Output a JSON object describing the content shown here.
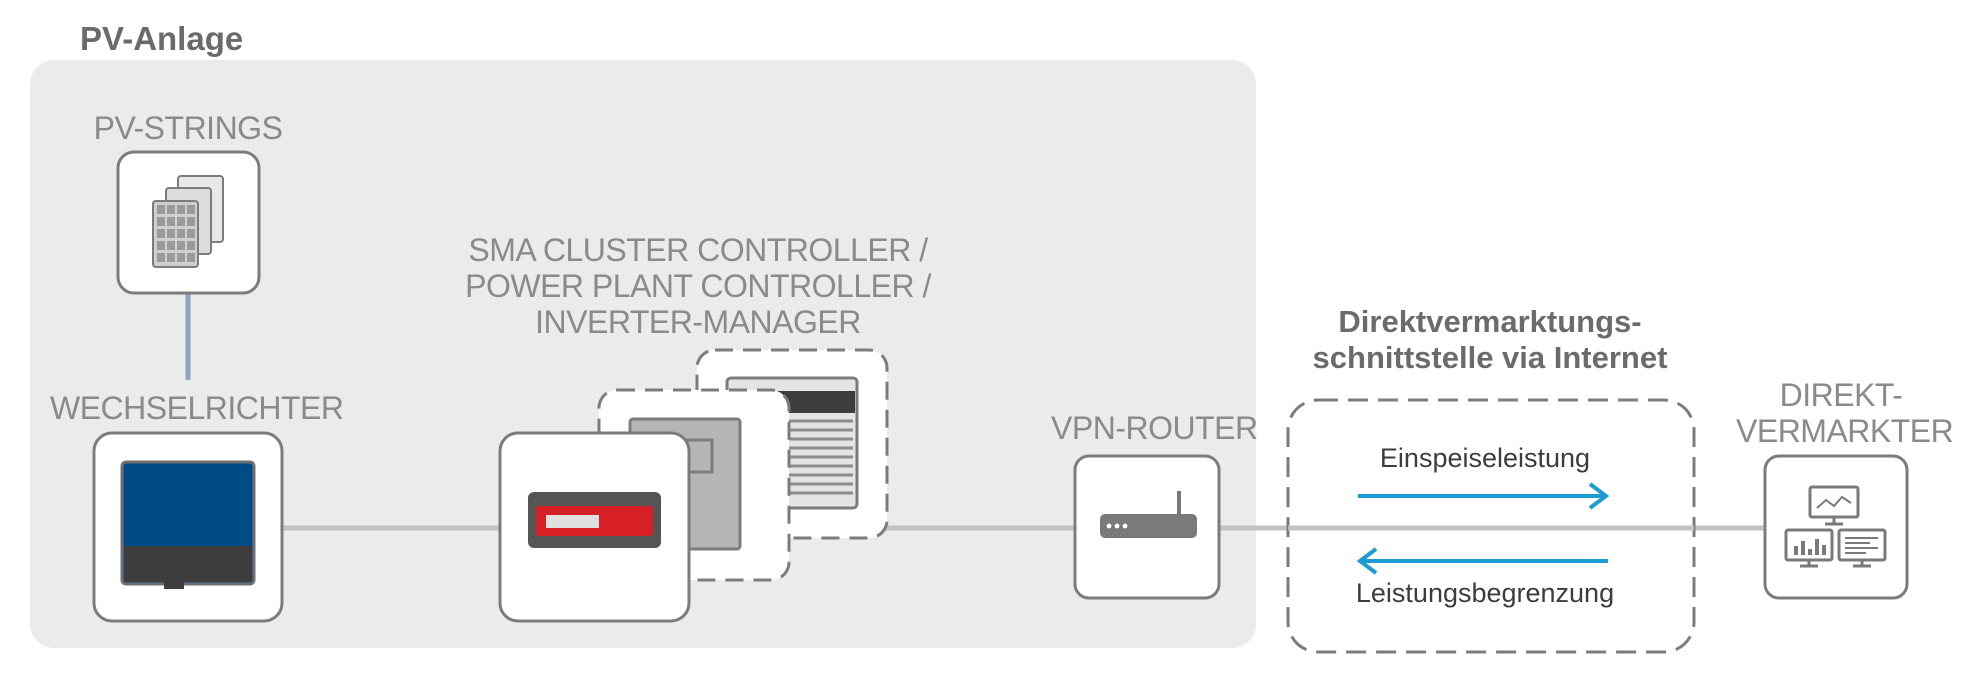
{
  "plant_label": "PV-Anlage",
  "components": {
    "pv_strings": "PV-STRINGS",
    "inverter": "WECHSELRICHTER",
    "controller_lines": [
      "SMA CLUSTER CONTROLLER /",
      "POWER PLANT CONTROLLER /",
      "INVERTER-MANAGER"
    ],
    "vpn_router": "VPN-ROUTER",
    "direct_marketer_lines": [
      "DIREKT-",
      "VERMARKTER"
    ]
  },
  "interface": {
    "title_lines": [
      "Direktvermarktungs-",
      "schnittstelle via Internet"
    ],
    "outgoing": "Einspeiseleistung",
    "incoming": "Leistungsbegrenzung"
  },
  "colors": {
    "zone_bg": "#ebebeb",
    "line": "#c2c2c2",
    "string_link": "#8ea4c3",
    "arrow": "#1d9bd4",
    "inverter_screen": "#004a87",
    "controller_red": "#d71f26"
  }
}
